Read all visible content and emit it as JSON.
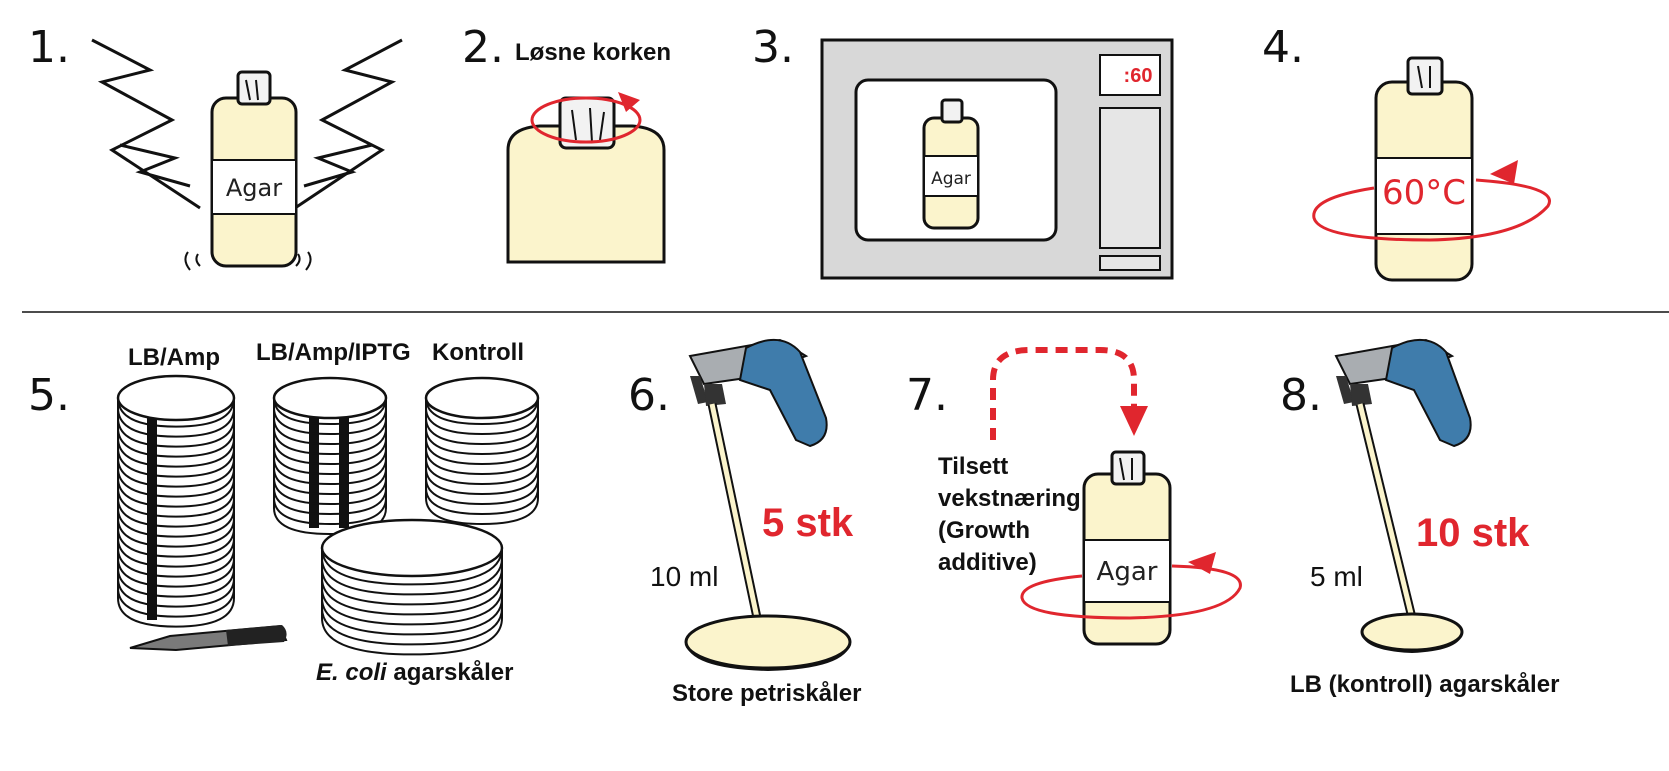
{
  "steps": {
    "s1": "1.",
    "s2": "2.",
    "s3": "3.",
    "s4": "4.",
    "s5": "5.",
    "s6": "6.",
    "s7": "7.",
    "s8": "8."
  },
  "step1": {
    "bottle_label": "Agar"
  },
  "step2": {
    "caption": "Løsne korken"
  },
  "step3": {
    "timer": ":60",
    "bottle_label": "Agar"
  },
  "step4": {
    "temperature": "60°C"
  },
  "step5": {
    "stack1_label": "LB/Amp",
    "stack2_label": "LB/Amp/IPTG",
    "stack3_label": "Kontroll",
    "caption_italic": "E. coli",
    "caption_rest": " agarskåler"
  },
  "step6": {
    "volume": "10 ml",
    "count": "5 stk",
    "caption": "Store petriskåler"
  },
  "step7": {
    "line1": "Tilsett",
    "line2": "vekstnæring",
    "line3": "(Growth",
    "line4": "additive)",
    "bottle_label": "Agar"
  },
  "step8": {
    "volume": "5 ml",
    "count": "10 stk",
    "caption": "LB (kontroll) agarskåler"
  },
  "colors": {
    "accent_red": "#e0262e",
    "pipette_blue": "#3f7cab",
    "pipette_gray": "#a9adb1",
    "agar_cream": "#fbf4cc"
  }
}
